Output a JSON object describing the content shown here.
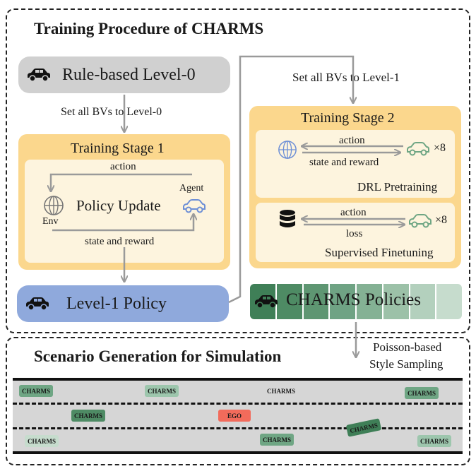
{
  "training": {
    "title": "Training Procedure of CHARMS",
    "rule_based": "Rule-based Level-0",
    "set_bv_level0": "Set all BVs to Level-0",
    "stage1": {
      "title": "Training Stage 1",
      "action": "action",
      "policy_update": "Policy Update",
      "agent": "Agent",
      "env": "Env",
      "state_reward": "state and reward"
    },
    "level1_policy": "Level-1 Policy",
    "set_bv_level1": "Set all BVs to Level-1",
    "stage2": {
      "title": "Training Stage 2",
      "drl_action": "action",
      "drl_multiplier": "×8",
      "drl_state_reward": "state and reward",
      "drl_pretraining": "DRL Pretraining",
      "sft_action": "action",
      "sft_multiplier": "×8",
      "sft_loss": "loss",
      "sft_label": "Supervised Finetuning"
    },
    "charms_policies": "CHARMS Policies"
  },
  "generation": {
    "title": "Scenario Generation for Simulation",
    "sampling_line1": "Poisson-based",
    "sampling_line2": "Style Sampling",
    "cars": [
      {
        "label": "CHARMS"
      },
      {
        "label": "CHARMS"
      },
      {
        "label": "CHARMS"
      },
      {
        "label": "CHARMS"
      },
      {
        "label": "CHARMS"
      },
      {
        "label": "EGO"
      },
      {
        "label": "CHARMS"
      },
      {
        "label": "CHARMS"
      },
      {
        "label": "CHARMS"
      },
      {
        "label": "CHARMS"
      }
    ]
  },
  "colors": {
    "gray_pill": "#d0d0d0",
    "stage_outer": "#fbd78d",
    "stage_inner": "#fdf4de",
    "level1_blue": "#8fa9dc",
    "ego_red": "#f26b5b",
    "car_green_dark": "#3f7f57",
    "car_green_mid": "#6fa684",
    "car_green_light": "#9dc6ad",
    "road": "#d6d6d6"
  }
}
